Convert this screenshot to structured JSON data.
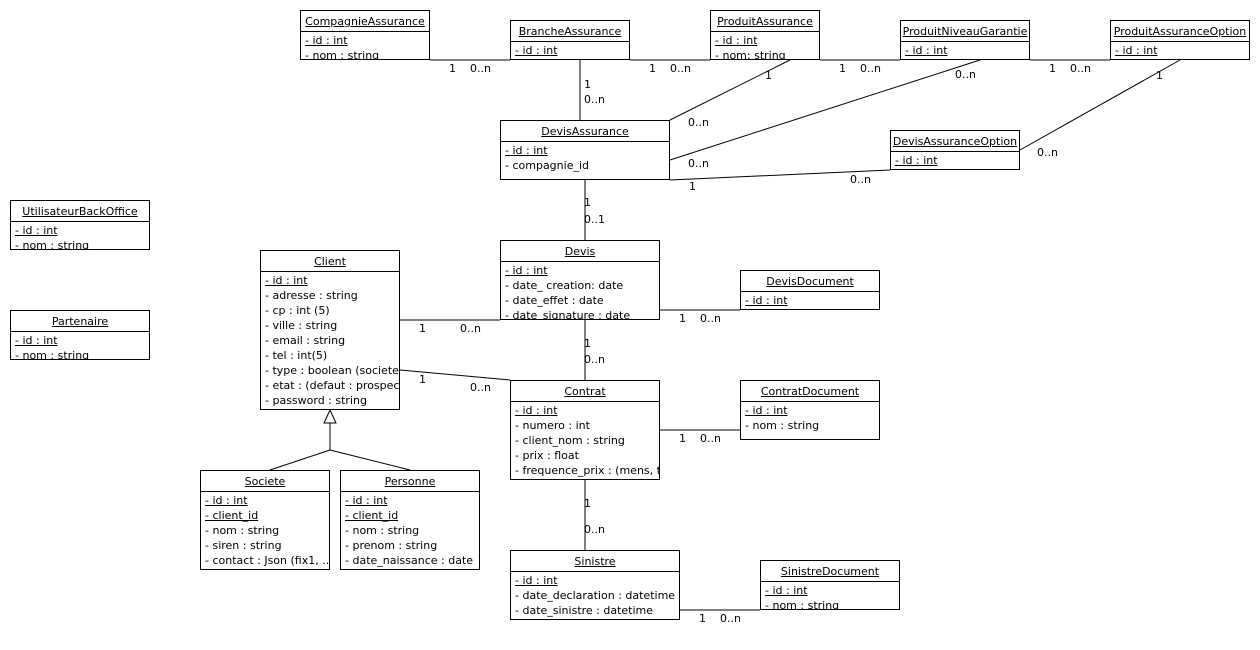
{
  "classes": {
    "compagnie_assurance": {
      "name": "CompagnieAssurance",
      "attrs": [
        "- id : int",
        "- nom : string"
      ]
    },
    "branche_assurance": {
      "name": "BrancheAssurance",
      "attrs": [
        "- id : int"
      ]
    },
    "produit_assurance": {
      "name": "ProduitAssurance",
      "attrs": [
        "- id : int",
        "- nom: string"
      ]
    },
    "produit_niveau_garantie": {
      "name": "ProduitNiveauGarantie",
      "attrs": [
        "- id : int"
      ]
    },
    "produit_assurance_option": {
      "name": "ProduitAssuranceOption",
      "attrs": [
        "- id : int"
      ]
    },
    "devis_assurance": {
      "name": "DevisAssurance",
      "attrs": [
        "- id : int",
        "- compagnie_id"
      ]
    },
    "devis_assurance_option": {
      "name": "DevisAssuranceOption",
      "attrs": [
        "- id : int"
      ]
    },
    "utilisateur_back_office": {
      "name": "UtilisateurBackOffice",
      "attrs": [
        "- id : int",
        "- nom : string"
      ]
    },
    "partenaire": {
      "name": "Partenaire",
      "attrs": [
        "- id : int",
        "- nom : string"
      ]
    },
    "client": {
      "name": "Client",
      "attrs": [
        "- id : int",
        "- adresse : string",
        "- cp : int (5)",
        "- ville : string",
        "- email : string",
        "- tel : int(5)",
        "- type : boolean (societe",
        "- etat : (defaut : prospec",
        "- password : string"
      ]
    },
    "devis": {
      "name": "Devis",
      "attrs": [
        "- id : int",
        "- date_ creation: date",
        "- date_effet : date",
        "- date_signature : date"
      ]
    },
    "devis_document": {
      "name": "DevisDocument",
      "attrs": [
        "- id : int"
      ]
    },
    "contrat": {
      "name": "Contrat",
      "attrs": [
        "- id : int",
        "- numero : int",
        "- client_nom : string",
        "- prix : float",
        "- frequence_prix : (mens, t"
      ]
    },
    "contrat_document": {
      "name": "ContratDocument",
      "attrs": [
        "- id : int",
        "- nom : string"
      ]
    },
    "societe": {
      "name": "Societe",
      "attrs": [
        "- id : int",
        "- client_id",
        "- nom : string",
        "- siren : string",
        "- contact : Json (fix1, ..."
      ]
    },
    "personne": {
      "name": "Personne",
      "attrs": [
        "- id : int",
        "- client_id",
        "- nom : string",
        "- prenom : string",
        "- date_naissance : date"
      ]
    },
    "sinistre": {
      "name": "Sinistre",
      "attrs": [
        "- id : int",
        "- date_declaration : datetime",
        "- date_sinistre : datetime"
      ]
    },
    "sinistre_document": {
      "name": "SinistreDocument",
      "attrs": [
        "- id : int",
        "- nom : string"
      ]
    }
  },
  "multiplicities": {
    "compagnie_devis_one": "1",
    "compagnie_devis_many": "0..n",
    "branche_devis_one": "1",
    "branche_devis_many": "0..n",
    "produit_devis_one": "1",
    "produit_devis_many": "0..n",
    "niveau_devis_one": "1",
    "niveau_devis_many": "0..n",
    "option_devisoption_one": "1",
    "option_devisoption_many": "0..n",
    "devis_assurance_vert_one": "1",
    "devis_assurance_vert_many": "0..n",
    "devis_assurance_left_produit": "0..n",
    "devis_assurance_left_niveau": "0..n",
    "devisassurance_devisoption_one": "1",
    "devisassurance_devisoption_many": "0..n",
    "devisassurance_devis_one": "1",
    "devisassurance_devis_opt": "0..1",
    "client_devis_one": "1",
    "client_devis_many": "0..n",
    "client_contrat_one": "1",
    "client_contrat_many": "0..n",
    "devis_devisdoc_one": "1",
    "devis_devisdoc_many": "0..n",
    "devis_contrat_one": "1",
    "devis_contrat_many": "0..n",
    "contrat_contratdoc_one": "1",
    "contrat_contratdoc_many": "0..n",
    "contrat_sinistre_one": "1",
    "contrat_sinistre_many": "0..n",
    "sinistre_sinistredoc_one": "1",
    "sinistre_sinistredoc_many": "0..n"
  }
}
